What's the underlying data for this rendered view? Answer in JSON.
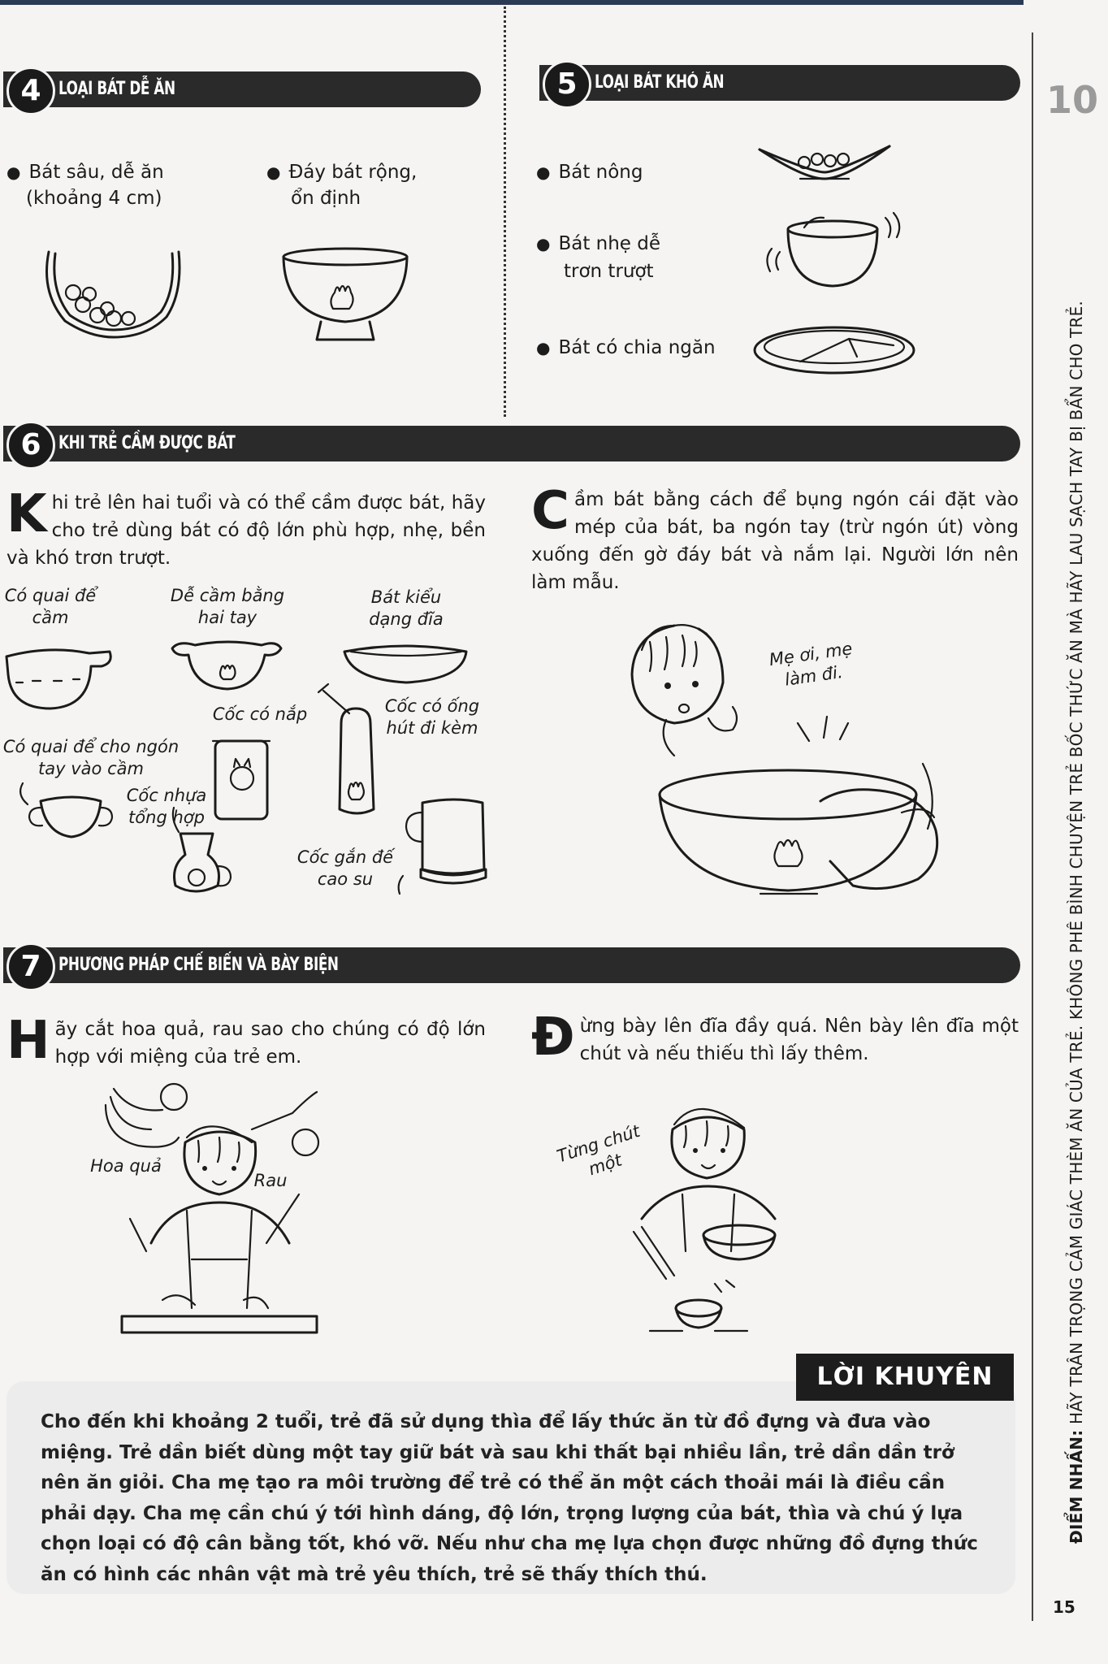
{
  "s4": {
    "num": "4",
    "title": "LOẠI BÁT DỄ ĂN",
    "b1": "Bát sâu, dễ ăn",
    "b1b": "(khoảng 4 cm)",
    "b2": "Đáy bát rộng,",
    "b2b": "ổn định"
  },
  "s5": {
    "num": "5",
    "title": "LOẠI BÁT KHÓ ĂN",
    "b1": "Bát nông",
    "b2": "Bát nhẹ dễ",
    "b2b": "trơn trượt",
    "b3": "Bát có chia ngăn"
  },
  "s6": {
    "num": "6",
    "title": "KHI TRẺ CẦM ĐƯỢC BÁT",
    "left_drop": "K",
    "left_text": "hi trẻ lên hai tuổi và có thể cầm được bát, hãy cho trẻ dùng bát có độ lớn phù hợp, nhẹ, bền và khó trơn trượt.",
    "right_drop": "C",
    "right_text": "ầm bát bằng cách để bụng ngón cái đặt vào mép của bát, ba ngón tay (trừ ngón út) vòng xuống đến gờ đáy bát và nắm lại. Người lớn nên làm mẫu.",
    "l1": "Có quai để",
    "l1b": "cầm",
    "l2": "Dễ cầm bằng",
    "l2b": "hai tay",
    "l3": "Bát kiểu",
    "l3b": "dạng đĩa",
    "l4": "Cốc có nắp",
    "l5": "Cốc có ống",
    "l5b": "hút đi kèm",
    "l6": "Có quai để cho ngón",
    "l6b": "tay vào cầm",
    "l7": "Cốc nhựa",
    "l7b": "tổng hợp",
    "l8": "Cốc gắn đế",
    "l8b": "cao su",
    "speech": "Mẹ ơi, mẹ",
    "speechb": "làm đi."
  },
  "s7": {
    "num": "7",
    "title": "PHƯƠNG PHÁP CHẾ BIẾN VÀ BÀY BIỆN",
    "left_drop": "H",
    "left_text": "ãy cắt hoa quả, rau sao cho chúng có độ lớn hợp với miệng của trẻ em.",
    "right_drop": "Đ",
    "right_text": "ừng bày lên đĩa đầy quá. Nên bày lên đĩa một chút và nếu thiếu thì lấy thêm.",
    "fruit": "Hoa quả",
    "veg": "Rau",
    "speech": "Từng chút",
    "speechb": "một"
  },
  "advice": {
    "tag": "LỜI KHUYÊN",
    "text": "Cho đến khi khoảng 2 tuổi, trẻ đã sử dụng thìa để lấy thức ăn từ đồ đựng và đưa vào miệng. Trẻ dần biết dùng một tay giữ bát và sau khi thất bại nhiều lần, trẻ dần dần trở nên ăn giỏi. Cha mẹ tạo ra môi trường để trẻ có thể ăn một cách thoải mái là điều cần phải dạy. Cha mẹ cần chú ý tới hình dáng, độ lớn, trọng lượng của bát, thìa và chú ý lựa chọn loại có độ cân bằng tốt, khó vỡ. Nếu như cha mẹ lựa chọn được những đồ đựng thức ăn có hình các nhân vật mà trẻ yêu thích, trẻ sẽ thấy thích thú."
  },
  "side": {
    "label": "ĐIỂM NHẤN:",
    "text": " HÃY TRÂN TRỌNG CẢM GIÁC THÈM ĂN CỦA TRẺ. KHÔNG PHÊ BÌNH CHUYỆN TRẺ BỐC THỨC ĂN MÀ HÃY LAU SẠCH TAY BỊ BẨN CHO TRẺ.",
    "page": "15",
    "logo": "10"
  }
}
